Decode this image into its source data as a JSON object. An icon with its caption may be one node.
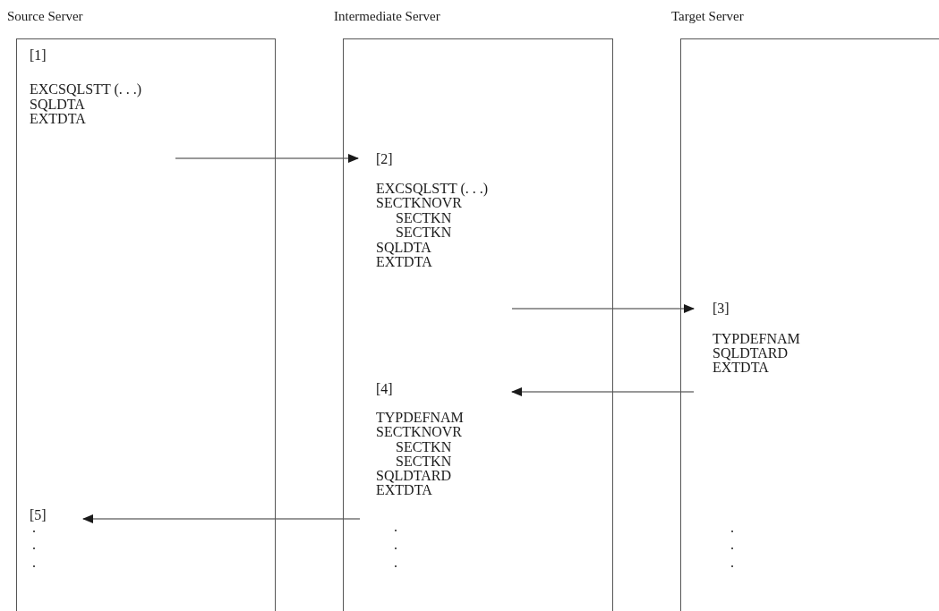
{
  "diagram": {
    "nodes": [
      {
        "text": [
          "Source Server"
        ]
      },
      {
        "text": [
          "Intermediate Server"
        ]
      },
      {
        "text": [
          "Target Server"
        ]
      },
      {
        "text": [
          "[1]",
          "EXCSQLSTT (. . .)",
          "SQLDTA",
          "EXTDTA"
        ],
        "in": 0
      },
      {
        "text": [
          "[2]",
          "EXCSQLSTT (. . .)",
          "SECTKNOVR",
          "SECTKN",
          "SECTKN",
          "SQLDTA",
          "EXTDTA"
        ],
        "in": 1
      },
      {
        "text": [
          "[3]",
          "TYPDEFNAM",
          "SQLDTARD",
          "EXTDTA"
        ],
        "in": 2
      },
      {
        "text": [
          "[4]",
          "TYPDEFNAM",
          "SECTKNOVR",
          "SECTKN",
          "SECTKN",
          "SQLDTARD",
          "EXTDTA"
        ],
        "in": 1
      },
      {
        "text": [
          "[5]"
        ],
        "in": 0
      }
    ],
    "edges": [
      {
        "from": 3,
        "to": 4,
        "arrow": "to"
      },
      {
        "from": 4,
        "to": 5,
        "arrow": "to"
      },
      {
        "from": 5,
        "to": 6,
        "arrow": "to"
      },
      {
        "from": 6,
        "to": 7,
        "arrow": "to"
      }
    ],
    "labels": [
      ".",
      ".",
      ".",
      ".",
      ".",
      ".",
      ".",
      ".",
      "."
    ]
  }
}
